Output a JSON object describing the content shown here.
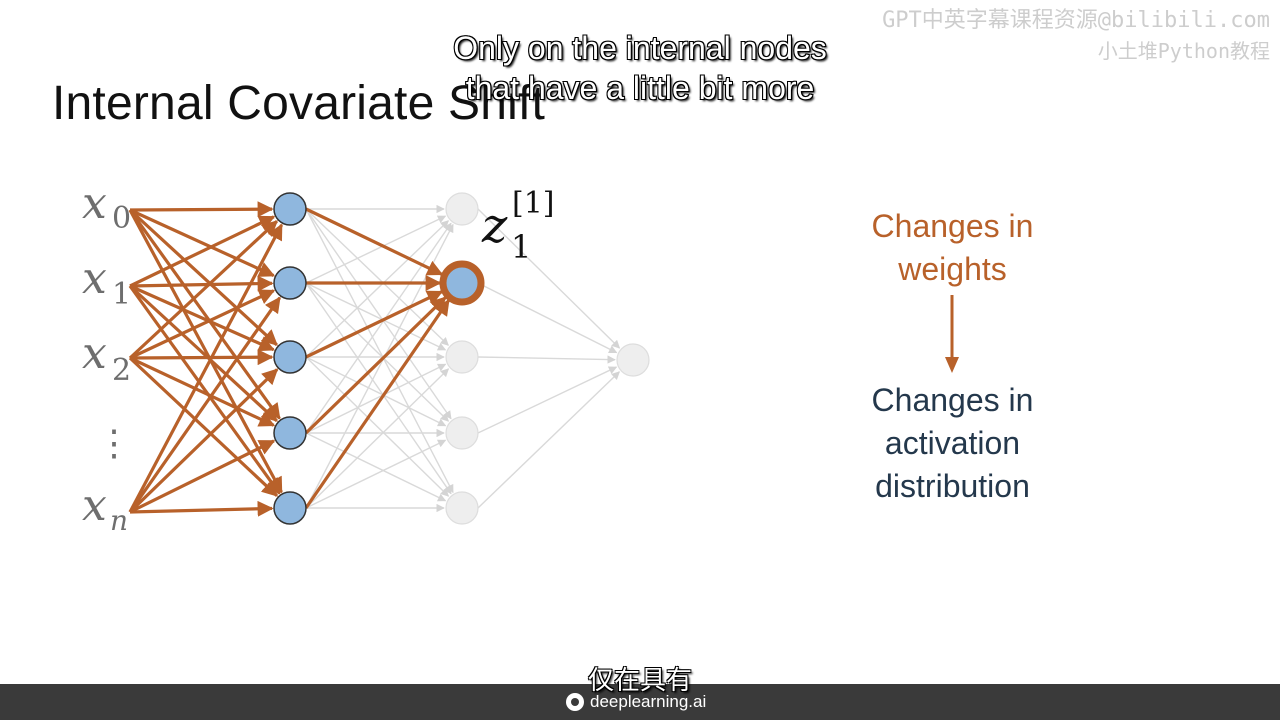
{
  "slide": {
    "title": "Internal Covariate Shift"
  },
  "watermark": {
    "line1": "GPT中英字幕课程资源@bilibili.com",
    "line2": "小土堆Python教程"
  },
  "subtitles": {
    "english_line1": "Only on the internal nodes",
    "english_line2": "that have a little bit more",
    "chinese": "仅在具有"
  },
  "network": {
    "inputs": [
      {
        "var": "x",
        "sub": "0"
      },
      {
        "var": "x",
        "sub": "1"
      },
      {
        "var": "x",
        "sub": "2"
      },
      {
        "var": "x",
        "sub": "n"
      }
    ],
    "ellipsis": "⋮",
    "highlight_label": {
      "var": "z",
      "sub": "1",
      "sup": "[1]"
    },
    "colors": {
      "highlight_edge": "#b8612a",
      "faded_edge": "#d9d9d9",
      "node_fill": "#8fb7de",
      "node_stroke": "#333333",
      "faded_node": "#eeeeee"
    }
  },
  "annotations": {
    "weights_line1": "Changes in",
    "weights_line2": "weights",
    "activation_line1": "Changes in",
    "activation_line2": "activation",
    "activation_line3": "distribution",
    "weights_color": "#b8612a",
    "activation_color": "#24384c"
  },
  "footer": {
    "brand": "deeplearning.ai"
  }
}
